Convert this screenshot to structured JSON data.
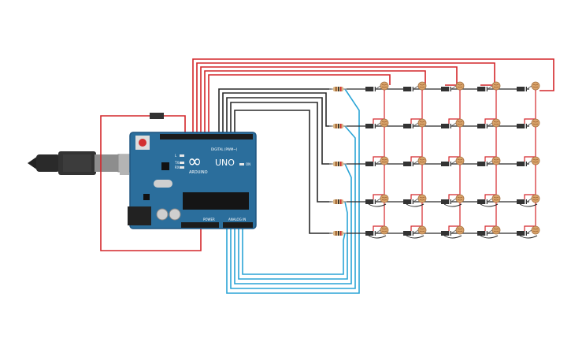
{
  "board": {
    "brand": "ARDUINO",
    "model": "UNO",
    "digital_label": "DIGITAL (PWM~)",
    "power_label": "POWER",
    "analog_label": "ANALOG IN",
    "on_label": "ON",
    "tx_label": "TX",
    "rx_label": "RX",
    "l_label": "L",
    "logo_symbol": "∞"
  },
  "matrix": {
    "rows": 5,
    "cols": 5
  },
  "colors": {
    "board": "#2b6e9c",
    "board_edge": "#1f5580",
    "wire_red": "#d4262a",
    "wire_black": "#2a2a2a",
    "wire_blue": "#2aa4d6",
    "ldr": "#d8a36a",
    "resistor": "#d9b482",
    "diode": "#333333"
  }
}
